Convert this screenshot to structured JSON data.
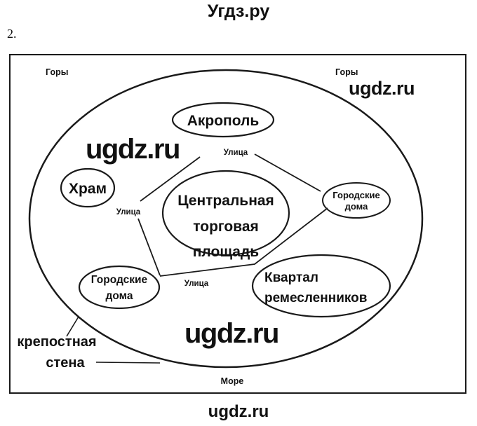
{
  "page": {
    "title": "Угдз.ру",
    "item_number": "2.",
    "footer": "ugdz.ru"
  },
  "diagram": {
    "labels": {
      "mountains_left": "Горы",
      "mountains_right": "Горы",
      "street_top": "Улица",
      "street_left": "Улица",
      "street_bottom": "Улица",
      "sea": "Море",
      "fortress_wall_line1": "крепостная",
      "fortress_wall_line2": "стена"
    },
    "nodes": {
      "acropolis": "Акрополь",
      "temple": "Храм",
      "central_square": {
        "line1": "Центральная",
        "line2": "торговая",
        "line3": "площадь"
      },
      "city_houses_right": {
        "line1": "Городские",
        "line2": "дома"
      },
      "city_houses_left": {
        "line1": "Городские",
        "line2": "дома"
      },
      "craftsmen_quarter": {
        "line1": "Квартал",
        "line2": "ремесленников"
      }
    },
    "watermarks": {
      "top_right": "ugdz.ru",
      "middle_left": "ugdz.ru",
      "bottom_center": "ugdz.ru"
    },
    "colors": {
      "ink": "#111111",
      "background": "#ffffff"
    }
  }
}
